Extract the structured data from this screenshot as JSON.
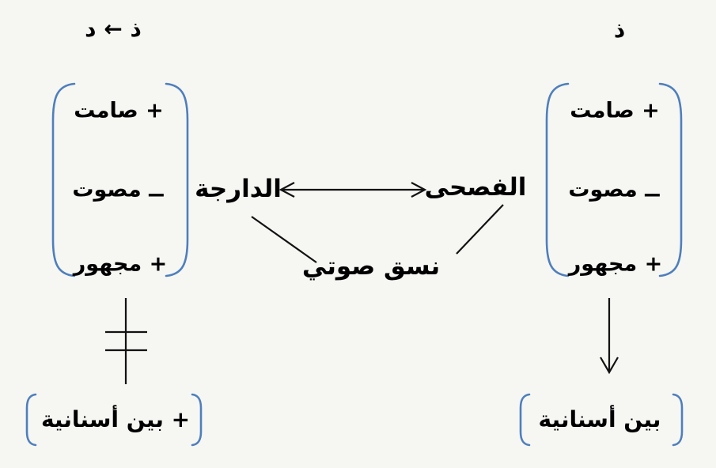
{
  "colors": {
    "background": "#f6f6f3",
    "bracket_blue": "#4e7fbd",
    "line_black": "#121212",
    "text_black": "#000000"
  },
  "header": {
    "left_title": "ذ ← د",
    "right_title": "ذ"
  },
  "left_matrix": {
    "rows": [
      "+ صامت",
      "ــ مصوت",
      "+ مجهور"
    ]
  },
  "right_matrix": {
    "rows": [
      "+ صامت",
      "ــ مصوت",
      "+ مجهور"
    ]
  },
  "center": {
    "darija_label": "الدارجة",
    "fusha_label": "الفصحى",
    "system_label": "نسق صوتي"
  },
  "bottom": {
    "left_result": "+ بين أسنانية",
    "right_result": "بين أسنانية"
  }
}
